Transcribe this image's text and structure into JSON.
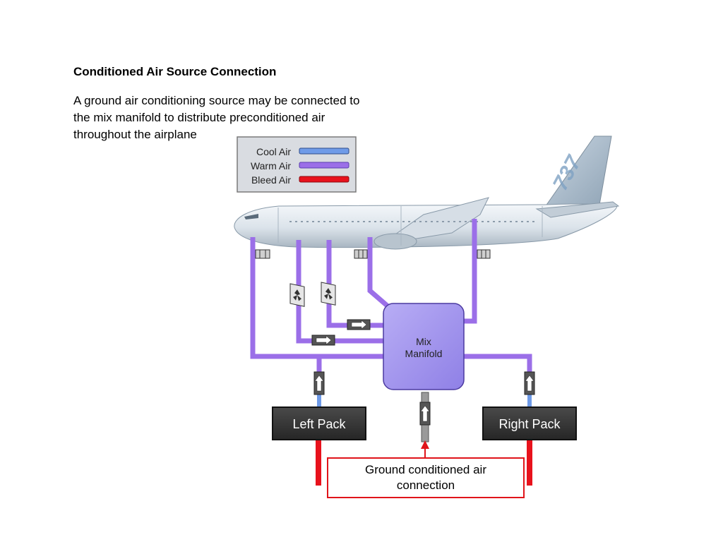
{
  "slide": {
    "title": "Conditioned Air Source Connection",
    "description_lines": [
      "A ground air conditioning source may be connected to",
      "the mix manifold to distribute preconditioned air",
      "throughout the airplane"
    ]
  },
  "legend": {
    "items": [
      {
        "label": "Cool Air",
        "color": "#6f9be8"
      },
      {
        "label": "Warm Air",
        "color": "#9b6fe8"
      },
      {
        "label": "Bleed Air",
        "color": "#e8121c"
      }
    ]
  },
  "airplane": {
    "tail_marking": "737"
  },
  "manifold": {
    "line1": "Mix",
    "line2": "Manifold"
  },
  "packs": {
    "left": "Left Pack",
    "right": "Right Pack"
  },
  "callout": {
    "line1": "Ground conditioned air",
    "line2": "connection"
  },
  "colors": {
    "duct_warm": "#9b6fe8",
    "duct_warm_outline": "#5b3fb0",
    "duct_cool": "#6f9be8",
    "duct_bleed": "#e8121c",
    "pack_box": "#3c3c3c",
    "manifold_fill": "#a99cf0",
    "callout_border": "#e0141a"
  }
}
